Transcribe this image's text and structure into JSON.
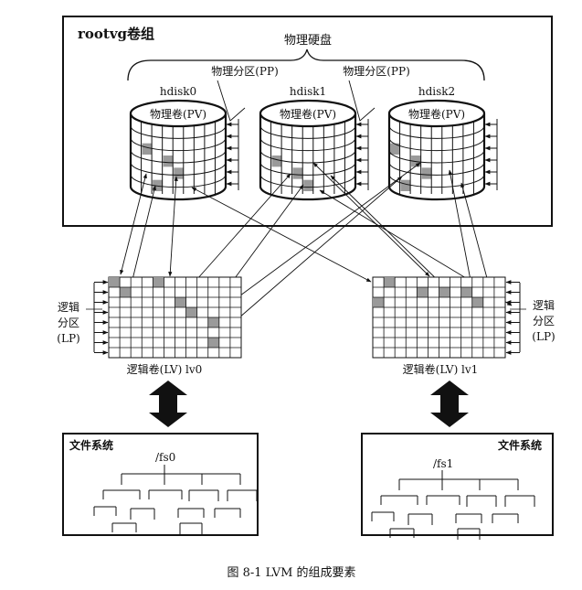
{
  "volume_group": {
    "title": "rootvg卷组"
  },
  "physical_disks": {
    "brace_label": "物理硬盘",
    "pp_label_left": "物理分区(PP)",
    "pp_label_right": "物理分区(PP)",
    "disks": [
      {
        "name": "hdisk0",
        "pv_label": "物理卷(PV)"
      },
      {
        "name": "hdisk1",
        "pv_label": "物理卷(PV)"
      },
      {
        "name": "hdisk2",
        "pv_label": "物理卷(PV)"
      }
    ]
  },
  "logical_volumes": [
    {
      "caption": "逻辑卷(LV)  lv0",
      "lp_label": [
        "逻辑",
        "分区",
        "(LP)"
      ]
    },
    {
      "caption": "逻辑卷(LV)  lv1",
      "lp_label": [
        "逻辑",
        "分区",
        "(LP)"
      ]
    }
  ],
  "filesystems": [
    {
      "title": "文件系统",
      "root": "/fs0"
    },
    {
      "title": "文件系统",
      "root": "/fs1"
    }
  ],
  "figure_caption": "图 8-1   LVM 的组成要素"
}
